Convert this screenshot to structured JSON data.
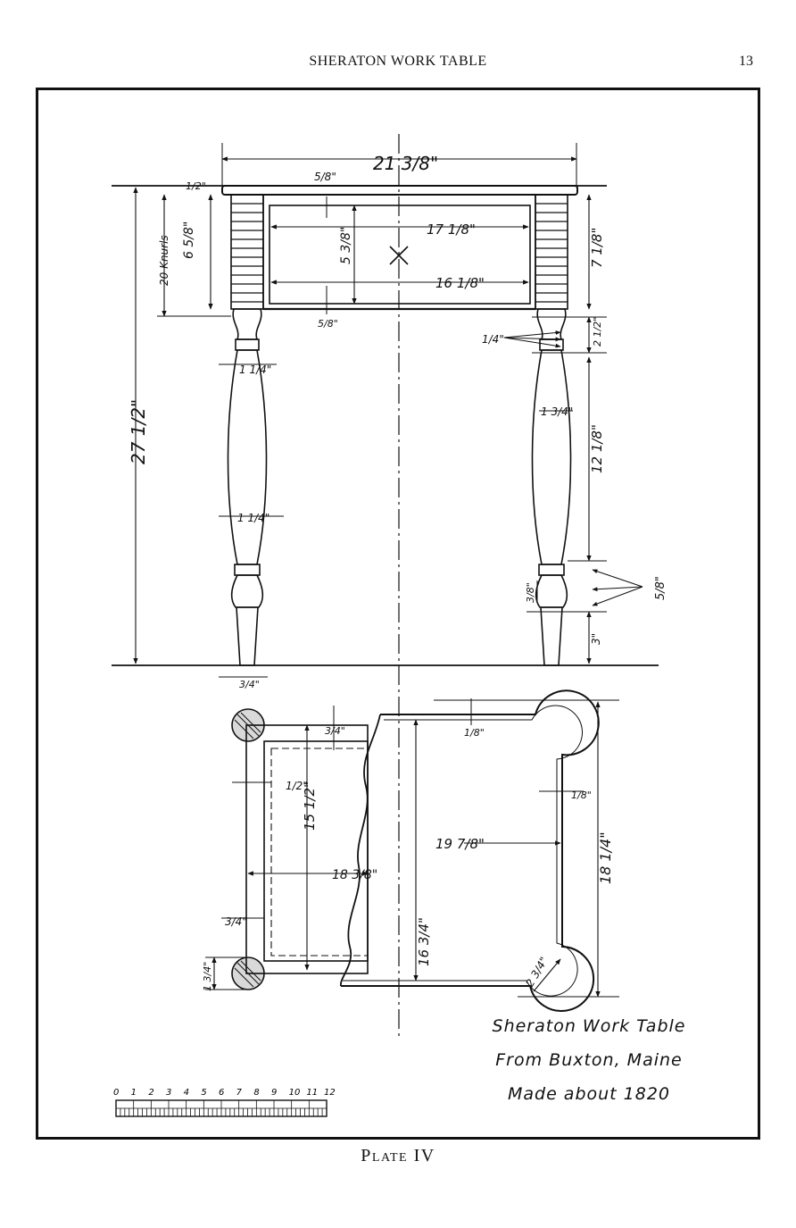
{
  "running_head": {
    "title": "SHERATON WORK TABLE",
    "page_number": "13"
  },
  "plate_label": "Plate IV",
  "caption": [
    "Sheraton Work Table",
    "From Buxton, Maine",
    "Made about 1820"
  ],
  "elevation": {
    "overall_width": "21 3/8\"",
    "top_thickness": "1/2\"",
    "apron_height": "6 5/8\"",
    "apron_rail_top": "5/8\"",
    "apron_rail_bottom": "5/8\"",
    "drawer_width": "17 1/8\"",
    "drawer_height": "5 3/8\"",
    "drawer_inner_width": "16 1/8\"",
    "knurls": "20 Knurls",
    "overall_height": "27 1/2\"",
    "leg_top_diameter": "1 1/4\"",
    "leg_mid_diameter": "1 1/4\"",
    "leg_right_diameter": "1 3/4\"",
    "ring_dims": "1/4\"",
    "block_height": "7 1/8\"",
    "collar_height": "2 1/2\"",
    "shaft_length": "12 1/8\"",
    "lower_ring": "3/8\"",
    "lower_collar": "5/8\"",
    "foot_height": "3\"",
    "foot_diameter": "3/4\""
  },
  "plan": {
    "rail_width": "3/4\"",
    "rail_offset": "1/2\"",
    "inner_depth": "15 1/2\"",
    "half_width": "18 3/8\"",
    "edge_left": "3/4\"",
    "post_diameter": "1 3/4\"",
    "top_overhang": "1/8\"",
    "side_overhang": "1/8\"",
    "top_width": "19 7/8\"",
    "depth": "16 3/4\"",
    "overall_depth": "18 1/4\"",
    "corner_radius": "2 3/4\""
  },
  "scale": [
    "0",
    "1",
    "2",
    "3",
    "4",
    "5",
    "6",
    "7",
    "8",
    "9",
    "10",
    "11",
    "12"
  ]
}
